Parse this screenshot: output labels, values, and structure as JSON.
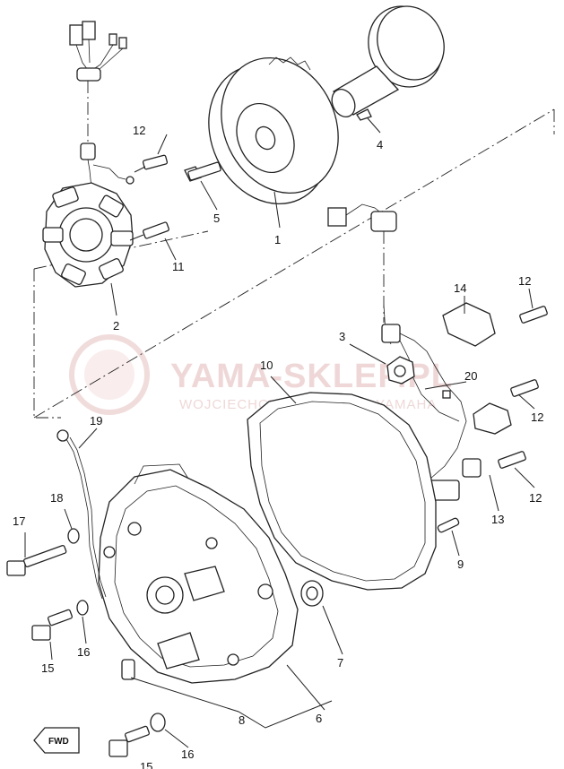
{
  "watermark": {
    "main": "YAMA-SKLEP.PL",
    "sub": "WOJCIECHOWSKI DEALER YAMAHA"
  },
  "direction_label": "FWD",
  "callouts": [
    {
      "id": "c1",
      "label": "1"
    },
    {
      "id": "c2",
      "label": "2"
    },
    {
      "id": "c3",
      "label": "3"
    },
    {
      "id": "c4",
      "label": "4"
    },
    {
      "id": "c5",
      "label": "5"
    },
    {
      "id": "c6",
      "label": "6"
    },
    {
      "id": "c7",
      "label": "7"
    },
    {
      "id": "c8",
      "label": "8"
    },
    {
      "id": "c9",
      "label": "9"
    },
    {
      "id": "c10",
      "label": "10"
    },
    {
      "id": "c11",
      "label": "11"
    },
    {
      "id": "c12a",
      "label": "12"
    },
    {
      "id": "c12b",
      "label": "12"
    },
    {
      "id": "c12c",
      "label": "12"
    },
    {
      "id": "c12d",
      "label": "12"
    },
    {
      "id": "c13",
      "label": "13"
    },
    {
      "id": "c14",
      "label": "14"
    },
    {
      "id": "c15a",
      "label": "15"
    },
    {
      "id": "c15b",
      "label": "15"
    },
    {
      "id": "c16a",
      "label": "16"
    },
    {
      "id": "c16b",
      "label": "16"
    },
    {
      "id": "c17",
      "label": "17"
    },
    {
      "id": "c18",
      "label": "18"
    },
    {
      "id": "c19",
      "label": "19"
    },
    {
      "id": "c20",
      "label": "20"
    }
  ]
}
